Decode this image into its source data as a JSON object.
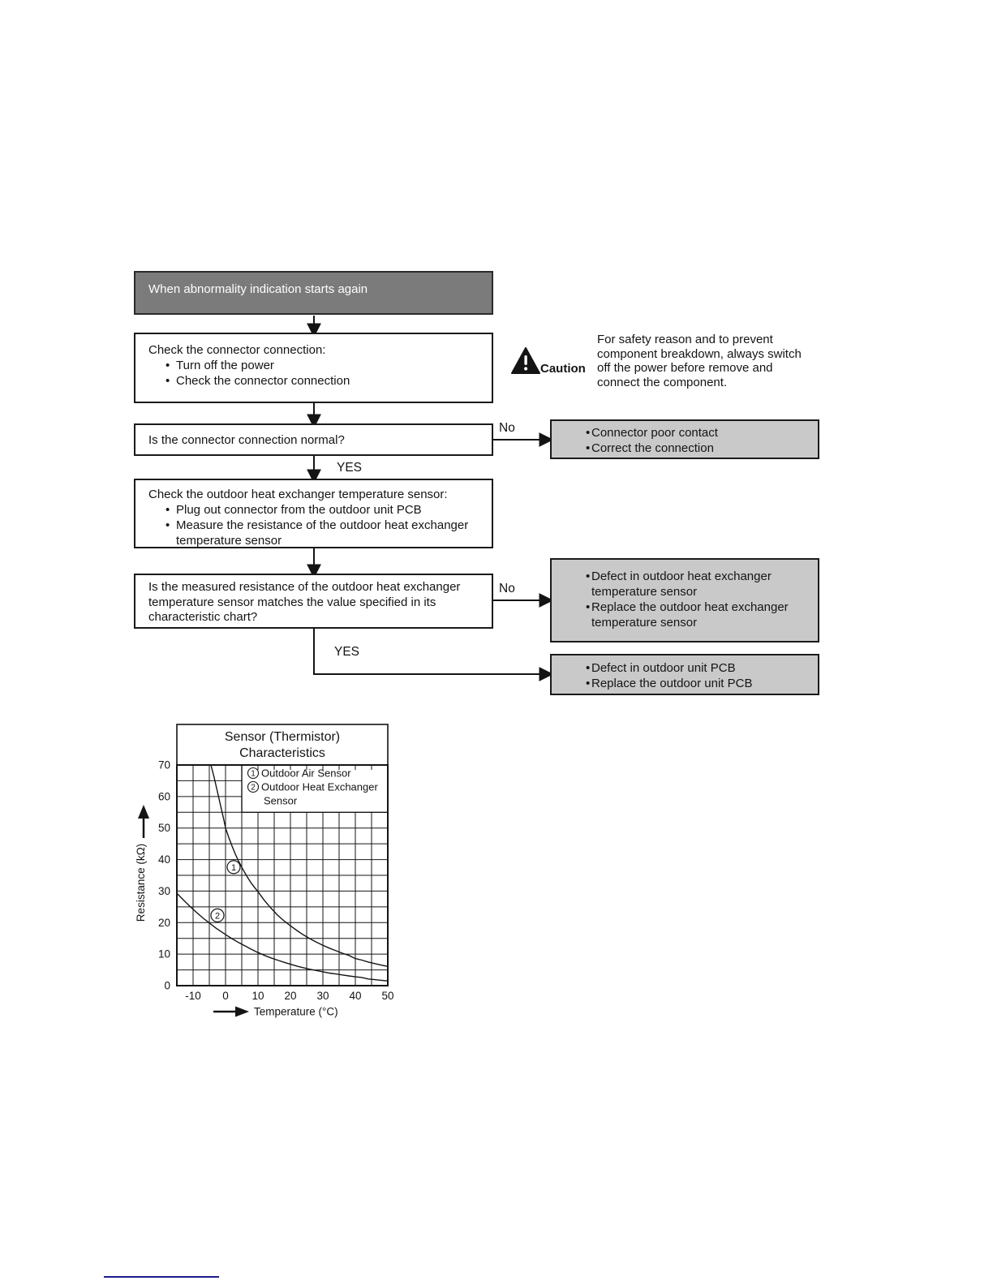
{
  "colors": {
    "header_fill": "#7b7b7b",
    "result_fill": "#c9c9c9",
    "link_line": "#1b1b8e"
  },
  "flowchart": {
    "start": "When abnormality indication starts again",
    "no_label": "No",
    "yes_label": "YES",
    "step1": {
      "title": "Check the connector connection:",
      "bullets": [
        "Turn off the power",
        "Check the connector connection"
      ]
    },
    "caution": {
      "label": "Caution",
      "text": "For safety reason and to prevent component breakdown, always switch off the power before remove and connect the component."
    },
    "q1": "Is the connector connection normal?",
    "result1_bullets": [
      "Connector poor contact",
      "Correct the connection"
    ],
    "step2": {
      "title": "Check the outdoor heat exchanger temperature sensor:",
      "bullets": [
        "Plug out connector from the outdoor unit PCB",
        "Measure the resistance of the outdoor heat exchanger temperature sensor"
      ]
    },
    "q2": "Is the measured resistance of the outdoor heat exchanger temperature sensor matches the value specified in its characteristic chart?",
    "result2_bullets": [
      "Defect in outdoor heat exchanger temperature sensor",
      "Replace the outdoor heat exchanger temperature sensor"
    ],
    "result3_bullets": [
      "Defect in outdoor unit PCB",
      "Replace the outdoor unit PCB"
    ]
  },
  "chart_data": {
    "type": "line",
    "title": "Sensor (Thermistor) Characteristics",
    "title_lines": [
      "Sensor (Thermistor)",
      "Characteristics"
    ],
    "xlabel": "Temperature (°C)",
    "ylabel": "Resistance (kΩ)",
    "xlim": [
      -15,
      50
    ],
    "ylim": [
      0,
      70
    ],
    "grid_step": 5,
    "x_ticks": [
      -10,
      0,
      10,
      20,
      30,
      40,
      50
    ],
    "y_ticks": [
      0,
      10,
      20,
      30,
      40,
      50,
      60,
      70
    ],
    "legend": [
      {
        "num": "1",
        "lines": [
          "Outdoor Air Sensor"
        ]
      },
      {
        "num": "2",
        "lines": [
          "Outdoor Heat Exchanger",
          "Sensor"
        ]
      }
    ],
    "series": [
      {
        "name": "Outdoor Air Sensor",
        "marker_num": "1",
        "marker_at": [
          2.5,
          37.6
        ],
        "points": [
          [
            -4.5,
            70
          ],
          [
            -3.5,
            66
          ],
          [
            -2.5,
            61.5
          ],
          [
            -1.5,
            57
          ],
          [
            -0.5,
            52.5
          ],
          [
            0,
            50
          ],
          [
            1,
            47
          ],
          [
            2,
            44.3
          ],
          [
            3,
            41.8
          ],
          [
            4,
            39.5
          ],
          [
            5,
            37.6
          ],
          [
            6,
            35.7
          ],
          [
            7,
            34
          ],
          [
            8,
            32.4
          ],
          [
            9,
            31.1
          ],
          [
            10,
            29.8
          ],
          [
            12,
            27
          ],
          [
            14,
            24.6
          ],
          [
            16,
            22.4
          ],
          [
            18,
            20.6
          ],
          [
            20,
            19
          ],
          [
            22,
            17.5
          ],
          [
            24,
            16.1
          ],
          [
            26,
            14.9
          ],
          [
            28,
            13.8
          ],
          [
            30,
            12.8
          ],
          [
            32,
            11.9
          ],
          [
            34,
            11.1
          ],
          [
            36,
            10.3
          ],
          [
            38,
            9.6
          ],
          [
            40,
            8.6
          ],
          [
            42,
            8.1
          ],
          [
            44,
            7.5
          ],
          [
            46,
            7.0
          ],
          [
            48,
            6.5
          ],
          [
            50,
            6.1
          ]
        ]
      },
      {
        "name": "Outdoor Heat Exchanger Sensor",
        "marker_num": "2",
        "marker_at": [
          -2.5,
          22.3
        ],
        "points": [
          [
            -15,
            29.3
          ],
          [
            -13,
            27.2
          ],
          [
            -11,
            25.2
          ],
          [
            -9,
            23.3
          ],
          [
            -7,
            21.5
          ],
          [
            -5,
            19.9
          ],
          [
            -3,
            18.3
          ],
          [
            -1,
            16.9
          ],
          [
            0,
            16.2
          ],
          [
            2,
            14.9
          ],
          [
            4,
            13.7
          ],
          [
            6,
            12.6
          ],
          [
            8,
            11.5
          ],
          [
            10,
            10.5
          ],
          [
            12,
            9.6
          ],
          [
            14,
            8.8
          ],
          [
            16,
            8.1
          ],
          [
            18,
            7.4
          ],
          [
            20,
            6.8
          ],
          [
            22,
            6.2
          ],
          [
            24,
            5.7
          ],
          [
            26,
            5.2
          ],
          [
            28,
            4.8
          ],
          [
            30,
            4.4
          ],
          [
            32,
            4.0
          ],
          [
            34,
            3.7
          ],
          [
            36,
            3.4
          ],
          [
            38,
            3.1
          ],
          [
            40,
            2.8
          ],
          [
            42,
            2.6
          ],
          [
            44,
            2.1
          ],
          [
            46,
            1.9
          ],
          [
            48,
            1.7
          ],
          [
            50,
            1.5
          ]
        ]
      }
    ]
  }
}
